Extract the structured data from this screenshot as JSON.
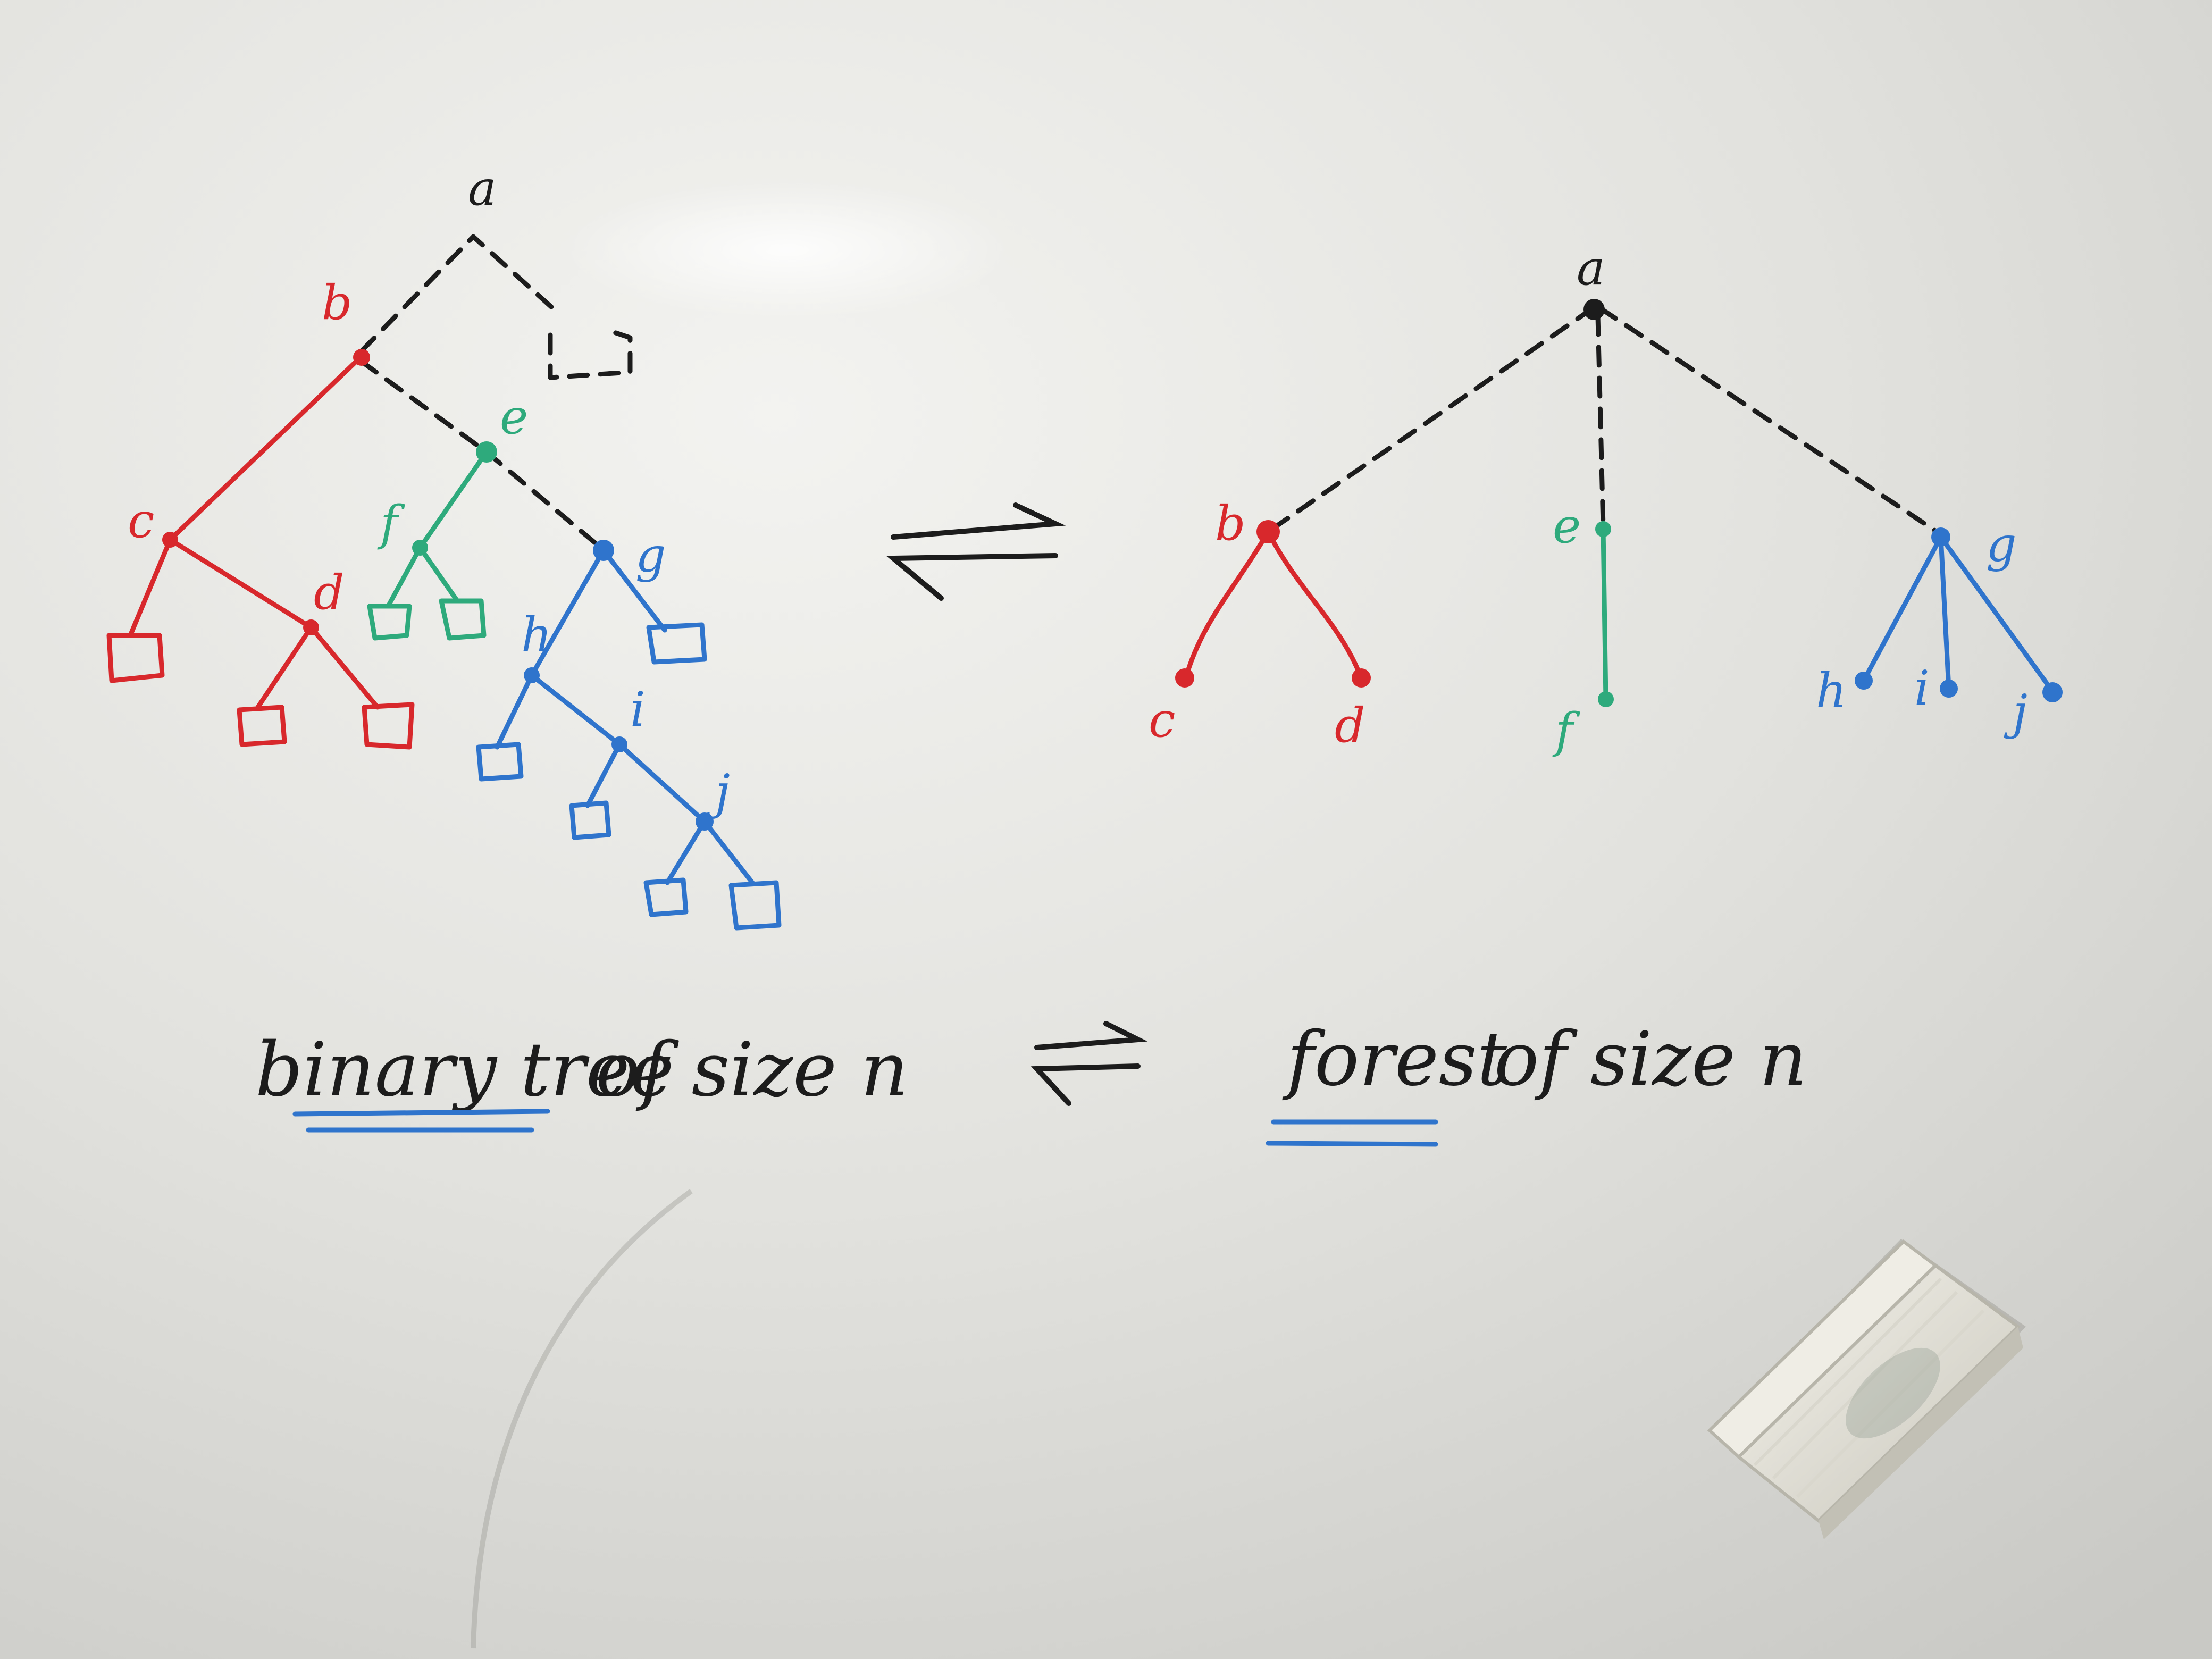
{
  "colors": {
    "black": "#1c1c1c",
    "red": "#d8282c",
    "green": "#2eaa7c",
    "blue": "#2f74cc"
  },
  "binary_tree": {
    "nodes": {
      "a": "a",
      "b": "b",
      "c": "c",
      "d": "d",
      "e": "e",
      "f": "f",
      "g": "g",
      "h": "h",
      "i": "i",
      "j": "j"
    }
  },
  "forest": {
    "nodes": {
      "a": "a",
      "b": "b",
      "c": "c",
      "d": "d",
      "e": "e",
      "f": "f",
      "g": "g",
      "h": "h",
      "i": "i",
      "j": "j"
    }
  },
  "captions": {
    "binary_tree": "binary tree",
    "binary_size": "of size n",
    "forest": "forest",
    "forest_size": "of size n"
  }
}
